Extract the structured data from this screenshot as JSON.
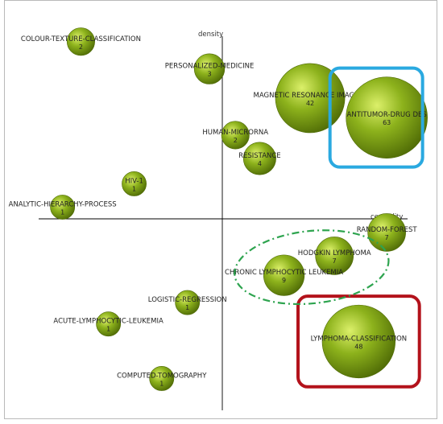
{
  "chart_data": {
    "type": "scatter",
    "title": "",
    "xlabel": "centrality",
    "ylabel": "density",
    "colors": {
      "bubble": "#8db21c",
      "bubble_highlight": "#dcf06a",
      "bubble_dark": "#4f6b06",
      "highlight_blue": "#2aa9e0",
      "highlight_red": "#b3121b",
      "highlight_green": "#2ea44f"
    },
    "points": [
      {
        "label": "COLOUR-TEXTURE-CLASSIFICATION",
        "count": 2,
        "x": -0.77,
        "y": 0.91
      },
      {
        "label": "PERSONALIZED-MEDICINE",
        "count": 3,
        "x": -0.07,
        "y": 0.77
      },
      {
        "label": "MAGNETIC RESONANCE IMAGING",
        "count": 42,
        "x": 0.47,
        "y": 0.62
      },
      {
        "label": "ANTITUMOR-DRUG DES",
        "count": 63,
        "x": 0.88,
        "y": 0.52
      },
      {
        "label": "HUMAN-MICRORNA",
        "count": 2,
        "x": 0.07,
        "y": 0.43
      },
      {
        "label": "RESISTANCE",
        "count": 4,
        "x": 0.2,
        "y": 0.31
      },
      {
        "label": "HIV-1",
        "count": 1,
        "x": -0.48,
        "y": 0.18
      },
      {
        "label": "ANALYTIC-HIERARCHY-PROCESS",
        "count": 1,
        "x": -0.87,
        "y": 0.06
      },
      {
        "label": "RANDOM-FOREST",
        "count": 7,
        "x": 0.88,
        "y": -0.07
      },
      {
        "label": "HODGKIN LYMPHOMA",
        "count": 7,
        "x": 0.6,
        "y": -0.19
      },
      {
        "label": "CHRONIC LYMPHOCYTIC LEUKEMIA",
        "count": 9,
        "x": 0.33,
        "y": -0.29
      },
      {
        "label": "LOGISTIC-REGRESSION",
        "count": 1,
        "x": -0.19,
        "y": -0.43
      },
      {
        "label": "ACUTE-LYMPHOCYTIC-LEUKEMIA",
        "count": 1,
        "x": -0.62,
        "y": -0.54
      },
      {
        "label": "LYMPHOMA-CLASSIFICATION",
        "count": 48,
        "x": 0.73,
        "y": -0.63
      },
      {
        "label": "COMPUTED-TOMOGRAPHY",
        "count": 1,
        "x": -0.33,
        "y": -0.82
      }
    ],
    "xlim": [
      -1,
      1
    ],
    "ylim": [
      -1,
      1
    ],
    "grid": false,
    "highlights": [
      {
        "shape": "rounded-rectangle",
        "color": "blue",
        "label": "ANTITUMOR-DRUG DES"
      },
      {
        "shape": "rounded-rectangle",
        "color": "red",
        "label": "LYMPHOMA-CLASSIFICATION"
      },
      {
        "shape": "dash-dot-ellipse",
        "color": "green",
        "labels": [
          "HODGKIN LYMPHOMA",
          "CHRONIC LYMPHOCYTIC LEUKEMIA"
        ]
      }
    ]
  }
}
